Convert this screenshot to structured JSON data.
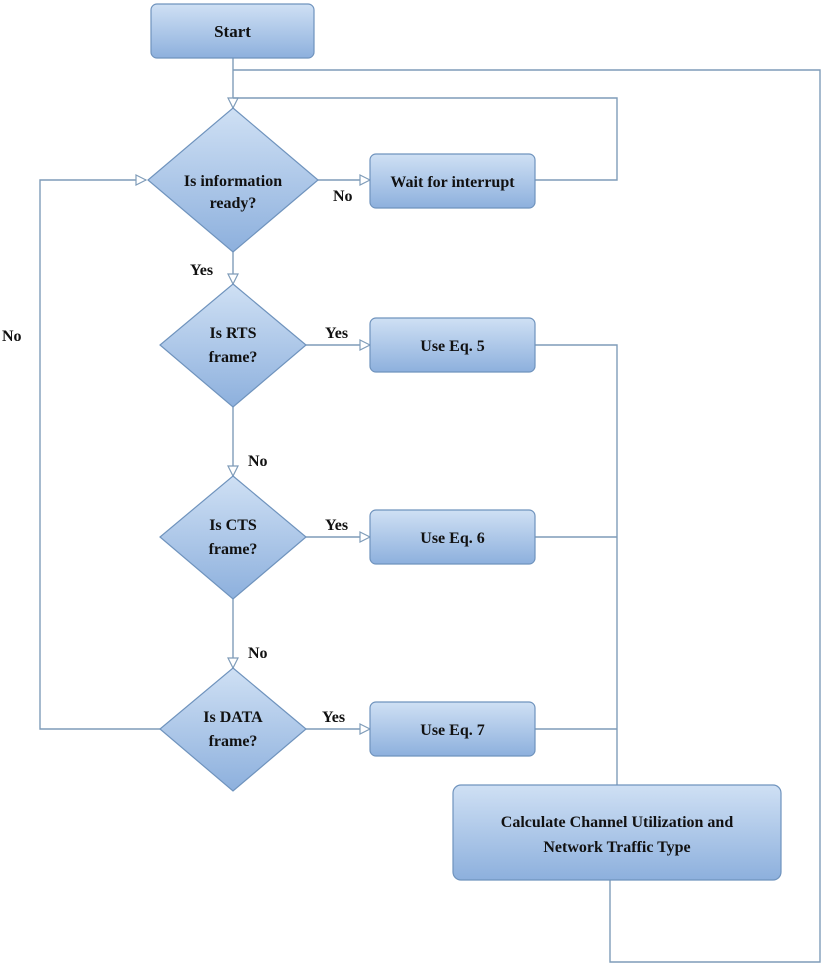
{
  "nodes": {
    "start": "Start",
    "decision_info": [
      "Is information",
      "ready?"
    ],
    "wait": "Wait for interrupt",
    "decision_rts": [
      "Is RTS",
      "frame?"
    ],
    "use_eq5": "Use Eq. 5",
    "decision_cts": [
      "Is CTS",
      "frame?"
    ],
    "use_eq6": "Use Eq. 6",
    "decision_data": [
      "Is DATA",
      "frame?"
    ],
    "use_eq7": "Use Eq. 7",
    "calculate": [
      "Calculate Channel Utilization and",
      "Network Traffic Type"
    ]
  },
  "edge_labels": {
    "info_no": "No",
    "info_yes": "Yes",
    "rts_yes": "Yes",
    "rts_no": "No",
    "cts_yes": "Yes",
    "cts_no": "No",
    "data_yes": "Yes",
    "data_no": "No"
  },
  "colors": {
    "fill_top": "#c9dcf2",
    "fill_bottom": "#8fb2de",
    "border": "#6f93bd",
    "connector": "#7f9cb9"
  }
}
